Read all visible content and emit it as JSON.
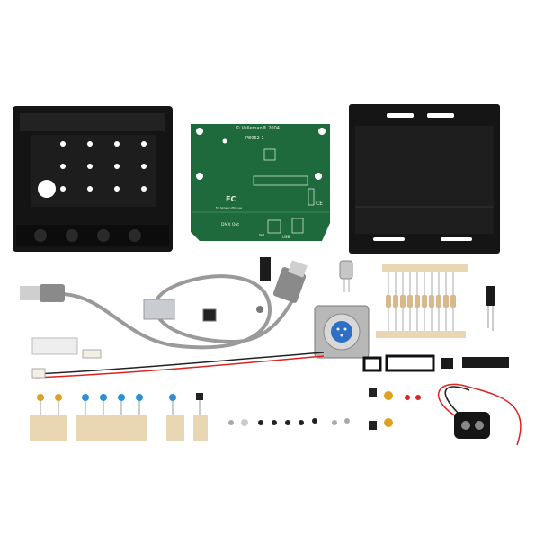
{
  "pcb": {
    "brand_text": "© Velleman® 2004",
    "model_text": "P8062-1",
    "fc_mark": "FC",
    "fc_note": "For home or office use",
    "ce_mark": "CE",
    "dmx_label": "DMX Out",
    "usb_label": "USB",
    "test_label": "Test"
  },
  "colors": {
    "pcb_green": "#1f6a3c",
    "enclosure_black": "#151515",
    "cable_gray": "#9a9a9a",
    "xlr_blue": "#2c6fc4",
    "tape_beige": "#e9d7b4"
  }
}
